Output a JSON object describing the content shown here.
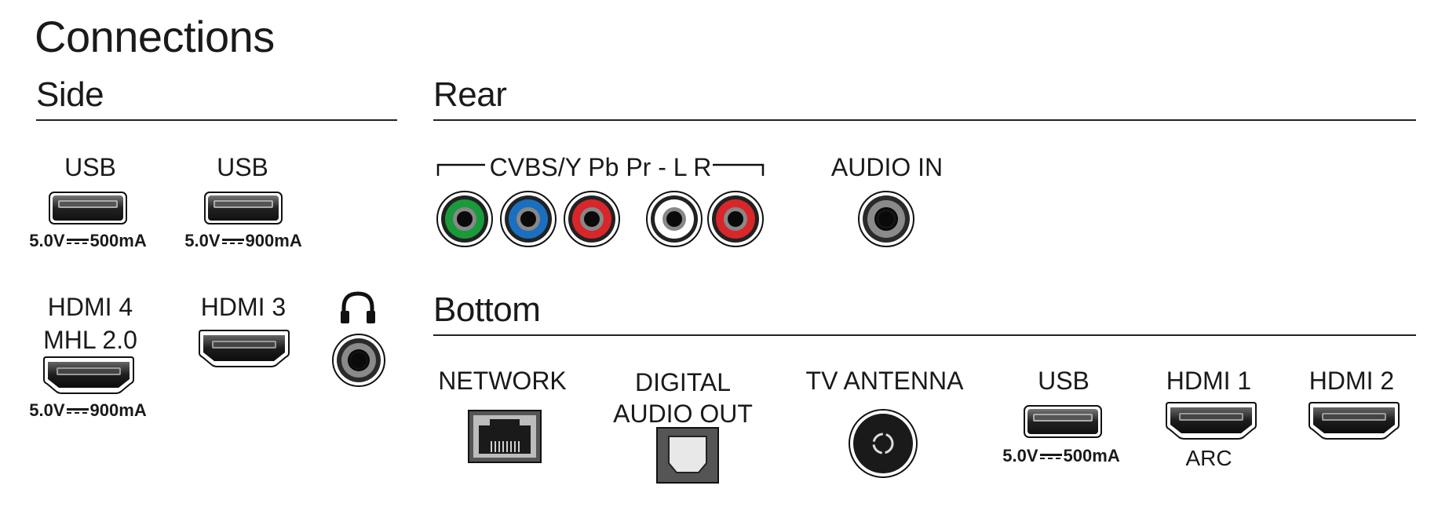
{
  "title": "Connections",
  "sections": {
    "side": "Side",
    "rear": "Rear",
    "bottom": "Bottom"
  },
  "side": {
    "usb1": {
      "label": "USB",
      "spec_voltage": "5.0V",
      "spec_current": "500mA"
    },
    "usb2": {
      "label": "USB",
      "spec_voltage": "5.0V",
      "spec_current": "900mA"
    },
    "hdmi4": {
      "label_line1": "HDMI 4",
      "label_line2": "MHL 2.0",
      "spec_voltage": "5.0V",
      "spec_current": "900mA"
    },
    "hdmi3": {
      "label": "HDMI 3"
    },
    "headphone": {
      "icon": "headphone-icon"
    }
  },
  "rear": {
    "component_label": "CVBS/Y Pb Pr - L R",
    "audio_in_label": "AUDIO IN",
    "jack_colors": {
      "green": "#1a9a3a",
      "blue": "#1a6fc0",
      "red": "#d8262b",
      "white": "#ffffff",
      "grey": "#5a5a5a"
    }
  },
  "bottom": {
    "network": {
      "label": "NETWORK"
    },
    "digital_audio": {
      "label_line1": "DIGITAL",
      "label_line2": "AUDIO OUT"
    },
    "antenna": {
      "label": "TV ANTENNA"
    },
    "usb": {
      "label": "USB",
      "spec_voltage": "5.0V",
      "spec_current": "500mA"
    },
    "hdmi1": {
      "label": "HDMI 1",
      "sublabel": "ARC"
    },
    "hdmi2": {
      "label": "HDMI 2"
    }
  }
}
